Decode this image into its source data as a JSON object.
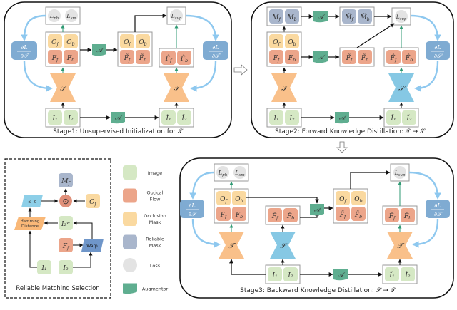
{
  "colors": {
    "image": "#d5e8c4",
    "flow": "#eca58a",
    "occlusion": "#fad9a0",
    "reliable": "#a9b6cc",
    "loss": "#e3e3e3",
    "augmentor": "#5fae90",
    "teacher": "#f9c08a",
    "student": "#86c8e4",
    "grad": "#7fabd2",
    "grad_arrow": "#8ec8ef",
    "green_arrow": "#2f9a73",
    "threshold": "#8dcfe8",
    "hamming": "#f9b878",
    "warp": "#6f96c9"
  },
  "stage1": {
    "caption": "Stage1: Unsupervised Initialization for 𝒯",
    "loss_ph": "L_ph",
    "loss_sm": "L_sm",
    "loss_sup": "L_sup",
    "grad_num": "∂L",
    "grad_den": "∂𝒯",
    "teacher": "𝒯",
    "aug": "𝒜",
    "Of": "O_f",
    "Ob": "O_b",
    "Ff": "F_f",
    "Fb": "F_b",
    "Oft": "Õ_f",
    "Obt": "Õ_b",
    "Fft": "F̃_f",
    "Fbt": "F̃_b",
    "Ffh": "F̂_f",
    "Fbh": "F̂_b",
    "I1": "I₁",
    "I2": "I₂",
    "I1t": "Ĩ₁",
    "I2t": "Ĩ₂"
  },
  "stage2": {
    "caption": "Stage2: Forward Knowledge Distillation: 𝒯 → 𝒮",
    "Mf": "M_f",
    "Mb": "M_b",
    "Mft": "M̃_f",
    "Mbt": "M̃_b",
    "loss_sup": "L_sup",
    "grad_num": "∂L",
    "grad_den": "∂𝒮",
    "teacher": "𝒯",
    "student": "𝒮",
    "aug": "𝒜",
    "Of": "O_f",
    "Ob": "O_b",
    "Ff": "F_f",
    "Fb": "F_b",
    "Fft": "F̃_f",
    "Fbt": "F̃_b",
    "Ffh": "F̂_f",
    "Fbh": "F̂_b",
    "I1": "I₁",
    "I2": "I₂",
    "I1t": "Ĩ₁",
    "I2t": "Ĩ₂"
  },
  "stage3": {
    "caption": "Stage3: Backward Knowledge Distillation: 𝒮 → 𝒯",
    "loss_ph": "L_ph",
    "loss_sm": "L_sm",
    "loss_sup": "L_sup",
    "grad_num": "∂L",
    "grad_den": "∂𝒯",
    "teacher": "𝒯",
    "student": "𝒮",
    "aug": "𝒜",
    "Of": "O_f",
    "Ob": "O_b",
    "Ff": "F_f",
    "Fb": "F_b",
    "Ffs": "F̂_f",
    "Fbs": "F̂_b",
    "Oft": "Õ_f",
    "Obt": "Õ_b",
    "Fft": "F̃_f",
    "Fbt": "F̃_b",
    "Ffh": "F̂_f",
    "Fbh": "F̂_b",
    "I1": "I₁",
    "I2": "I₂",
    "I1t": "Ĩ₁",
    "I2t": "Ĩ₂"
  },
  "rms": {
    "caption": "Reliable Matching Selection",
    "Mf": "M_f",
    "threshold": "≤ τ",
    "odot": "⊙",
    "Of": "O_f",
    "hamming_line1": "Hamming",
    "hamming_line2": "Distance",
    "I2w": "I₂ʷ",
    "Ff": "F_f",
    "warp": "Warp",
    "I1": "I₁",
    "I2": "I₂"
  },
  "legend": {
    "items": [
      {
        "label": "Image",
        "kind": "image"
      },
      {
        "label": "Optical Flow",
        "kind": "flow"
      },
      {
        "label": "Occlusion Mask",
        "kind": "occlusion"
      },
      {
        "label": "Reliable Mask",
        "kind": "reliable"
      },
      {
        "label": "Loss",
        "kind": "loss"
      },
      {
        "label": "Augmentor",
        "kind": "augmentor"
      }
    ]
  }
}
